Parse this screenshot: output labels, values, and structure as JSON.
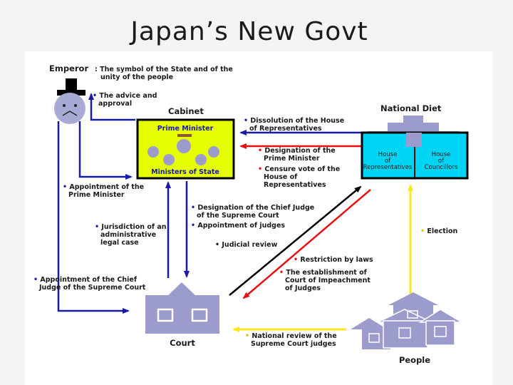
{
  "title": "Japan’s  New  Govt",
  "nodes": {
    "emperor": "Emperor",
    "cabinet": "Cabinet",
    "prime_minister": "Prime Minister",
    "ministers_of_state": "Ministers of State",
    "national_diet": "National Diet",
    "house_of_representatives": [
      "House",
      "of",
      "Representatives"
    ],
    "house_of_councillors": [
      "House",
      "of",
      "Councillors"
    ],
    "court": "Court",
    "people": "People"
  },
  "labels": {
    "emperor_desc": [
      ": The symbol of the State and of the",
      "unity of the people"
    ],
    "advice": [
      "The advice and",
      "approval"
    ],
    "dissolution": [
      "Dissolution of the House",
      "of Representatives"
    ],
    "designation_pm": [
      "Designation of the",
      "Prime Minister"
    ],
    "censure": [
      "Censure vote of the",
      "House of",
      "Representatives"
    ],
    "appointment_pm": [
      "Appointment of the",
      "Prime Minister"
    ],
    "designation_chief": [
      "Designation of the Chief Judge",
      "of the Supreme Court"
    ],
    "appointment_judges": "Appointment of judges",
    "jurisdiction": [
      "Jurisdiction of an",
      "administrative",
      "legal case"
    ],
    "judicial_review": "Judicial review",
    "election": "Election",
    "restriction": "Restriction by laws",
    "impeachment": [
      "The establishment of",
      "Court of Impeachment",
      "of Judges"
    ],
    "appointment_chief": [
      "Appointment of the Chief",
      "Judge of the Supreme Court"
    ],
    "national_review": [
      "National review of the",
      "Supreme Court judges"
    ]
  },
  "colors": {
    "blue_arrow": "#1a1aa8",
    "red_arrow": "#e81010",
    "yellow_arrow": "#ffe817",
    "black_arrow": "#000000",
    "cabinet_fill": "#e6ff00",
    "diet_fill": "#00d4f5",
    "building_fill": "#9c9ccc"
  }
}
